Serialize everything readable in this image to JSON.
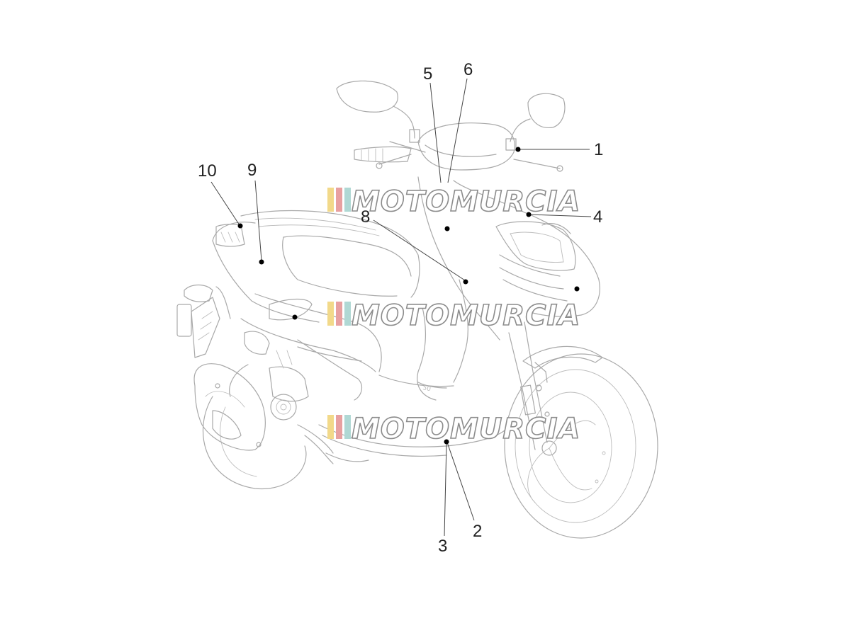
{
  "callouts": [
    "1",
    "2",
    "3",
    "4",
    "5",
    "6",
    "8",
    "9",
    "10"
  ],
  "watermark": {
    "text": "MOTOMURCIA",
    "stripe_colors": [
      "#f2d98a",
      "#e8a0a0",
      "#b0d8d4"
    ]
  },
  "colors": {
    "line_art": "#a9a9a9",
    "leader": "#444444",
    "dot": "#000000"
  }
}
